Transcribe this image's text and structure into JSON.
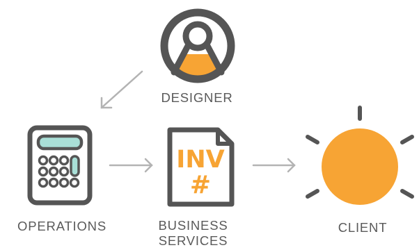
{
  "nodes": {
    "designer": {
      "label": "DESIGNER",
      "icon": "user-avatar-icon"
    },
    "operations": {
      "label": "OPERATIONS",
      "icon": "calculator-icon"
    },
    "business": {
      "label_line1": "BUSINESS",
      "label_line2": "SERVICES",
      "icon": "invoice-document-icon",
      "doc_line1": "INV",
      "doc_line2": "#"
    },
    "client": {
      "label": "CLIENT",
      "icon": "sun-icon"
    }
  },
  "edges": [
    {
      "from": "designer",
      "to": "operations"
    },
    {
      "from": "operations",
      "to": "business"
    },
    {
      "from": "business",
      "to": "client"
    }
  ],
  "colors": {
    "outline": "#555555",
    "accent": "#f7a434",
    "teal": "#a9dfd7",
    "arrow": "#b3b3b3",
    "text": "#5a5a5a"
  }
}
